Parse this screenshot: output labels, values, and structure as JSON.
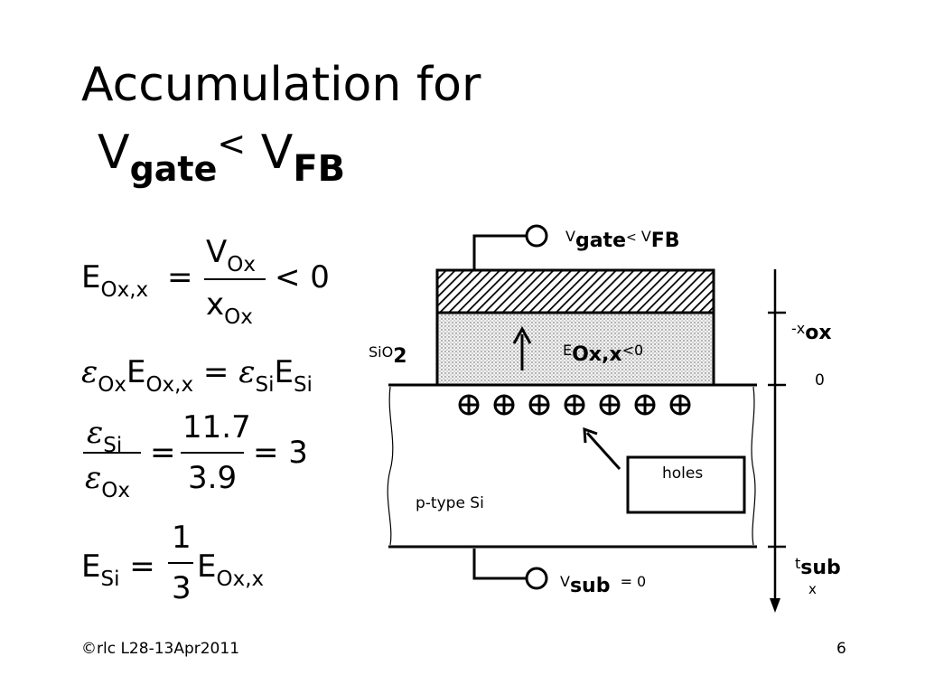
{
  "title": {
    "line1": "Accumulation for",
    "v1": "V",
    "gate_sub": "gate",
    "lt": "<",
    "v2": "V",
    "fb_sub": "FB"
  },
  "equations": {
    "eq1": {
      "E": "E",
      "sub": "Ox,x",
      "eq": "=",
      "num": "V",
      "num_sub": "Ox",
      "den": "x",
      "den_sub": "Ox",
      "rhs": "< 0"
    },
    "eq2": {
      "eps1": "ε",
      "s1": "Ox",
      "E1": "E",
      "s2": "Ox,x",
      "eq": "=",
      "eps2": "ε",
      "s3": "Si",
      "E2": "E",
      "s4": "Si"
    },
    "eq3": {
      "num_eps": "ε",
      "num_sub": "Si",
      "den_eps": "ε",
      "den_sub": "Ox",
      "eq1": "=",
      "num2": "11.7",
      "den2": "3.9",
      "eq2": "= 3"
    },
    "eq4": {
      "E": "E",
      "sub": "Si",
      "eq": "=",
      "num": "1",
      "den": "3",
      "E2": "E",
      "sub2": "Ox,x"
    }
  },
  "diagram": {
    "gate_label": {
      "v": "V",
      "gate": "gate",
      "lt": "<",
      "v2": "V",
      "fb": "FB"
    },
    "sio2": {
      "main": "SiO",
      "sub": "2"
    },
    "field": {
      "E": "E",
      "ox": "Ox,x",
      "rest": "<0"
    },
    "substrate": "p-type Si",
    "holes_box": "holes",
    "hole_symbol": "⊕",
    "hole_count": 7,
    "sub_label": {
      "v": "V",
      "sub": "sub",
      "eq": "= 0"
    },
    "axis": {
      "neg_x": "-x",
      "ox": "ox",
      "zero": "0",
      "t": "t",
      "sub": "sub",
      "x": "x"
    }
  },
  "footer": {
    "left": "©rlc L28-13Apr2011",
    "right": "6"
  }
}
